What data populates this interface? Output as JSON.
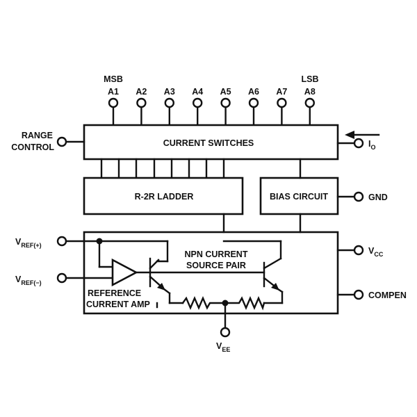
{
  "bits": {
    "msb_label": "MSB",
    "lsb_label": "LSB",
    "pins": [
      "A1",
      "A2",
      "A3",
      "A4",
      "A5",
      "A6",
      "A7",
      "A8"
    ]
  },
  "blocks": {
    "current_switches": "CURRENT SWITCHES",
    "r2r_ladder": "R-2R LADDER",
    "bias_circuit": "BIAS CIRCUIT"
  },
  "pins": {
    "range_control_line1": "RANGE",
    "range_control_line2": "CONTROL",
    "io_main": "I",
    "io_sub": "O",
    "gnd": "GND",
    "vcc_main": "V",
    "vcc_sub": "CC",
    "compen": "COMPEN",
    "vref_pos_main": "V",
    "vref_pos_sub": "REF(+)",
    "vref_neg_main": "V",
    "vref_neg_sub": "REF(−)",
    "vee_main": "V",
    "vee_sub": "EE"
  },
  "annotations": {
    "npn_line1": "NPN CURRENT",
    "npn_line2": "SOURCE PAIR",
    "ref_amp_line1": "REFERENCE",
    "ref_amp_line2": "CURRENT AMP"
  }
}
